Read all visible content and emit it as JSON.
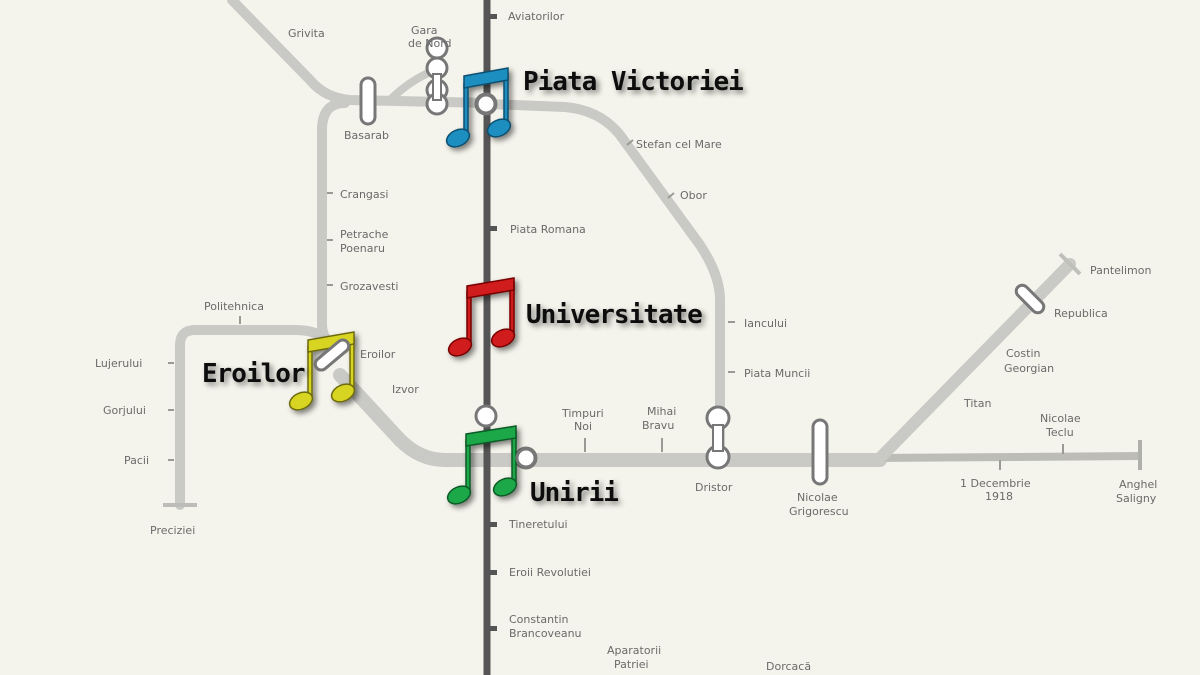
{
  "featured_stations": [
    {
      "name": "Piata Victoriei",
      "note_color": "#1e8fc0"
    },
    {
      "name": "Universitate",
      "note_color": "#d01c1c"
    },
    {
      "name": "Unirii",
      "note_color": "#1aa84a"
    },
    {
      "name": "Eroilor",
      "note_color": "#d8d420"
    }
  ],
  "stations": {
    "grivita": "Grivita",
    "gara_de_nord_1": "Gara",
    "gara_de_nord_2": "de Nord",
    "basarab": "Basarab",
    "aviatorilor": "Aviatorilor",
    "stefan_cel_mare": "Stefan cel Mare",
    "obor": "Obor",
    "piata_romana": "Piata Romana",
    "crangasi": "Crangasi",
    "petrache_1": "Petrache",
    "petrache_2": "Poenaru",
    "grozavesti": "Grozavesti",
    "politehnica": "Politehnica",
    "lujerului": "Lujerului",
    "gorjului": "Gorjului",
    "pacii": "Pacii",
    "preciziei": "Preciziei",
    "eroilor_small": "Eroilor",
    "izvor": "Izvor",
    "iancului": "Iancului",
    "piata_muncii": "Piata Muncii",
    "timpuri_1": "Timpuri",
    "timpuri_2": "Noi",
    "mihai_1": "Mihai",
    "mihai_2": "Bravu",
    "dristor": "Dristor",
    "grigorescu_1": "Nicolae",
    "grigorescu_2": "Grigorescu",
    "decembrie_1": "1 Decembrie",
    "decembrie_2": "1918",
    "saligny_1": "Anghel",
    "saligny_2": "Saligny",
    "teclu_1": "Nicolae",
    "teclu_2": "Teclu",
    "titan": "Titan",
    "costin_1": "Costin",
    "costin_2": "Georgian",
    "republica": "Republica",
    "pantelimon": "Pantelimon",
    "tineretului": "Tineretului",
    "eroii_revolutiei": "Eroii Revolutiei",
    "brancoveanu_1": "Constantin",
    "brancoveanu_2": "Brancoveanu",
    "aparatorii_1": "Aparatorii",
    "aparatorii_2": "Patriei",
    "dorcaca": "Dorcacă"
  },
  "colors": {
    "background": "#f5f4ec",
    "main_line": "#555555",
    "other_lines": "#c9c9c5"
  }
}
